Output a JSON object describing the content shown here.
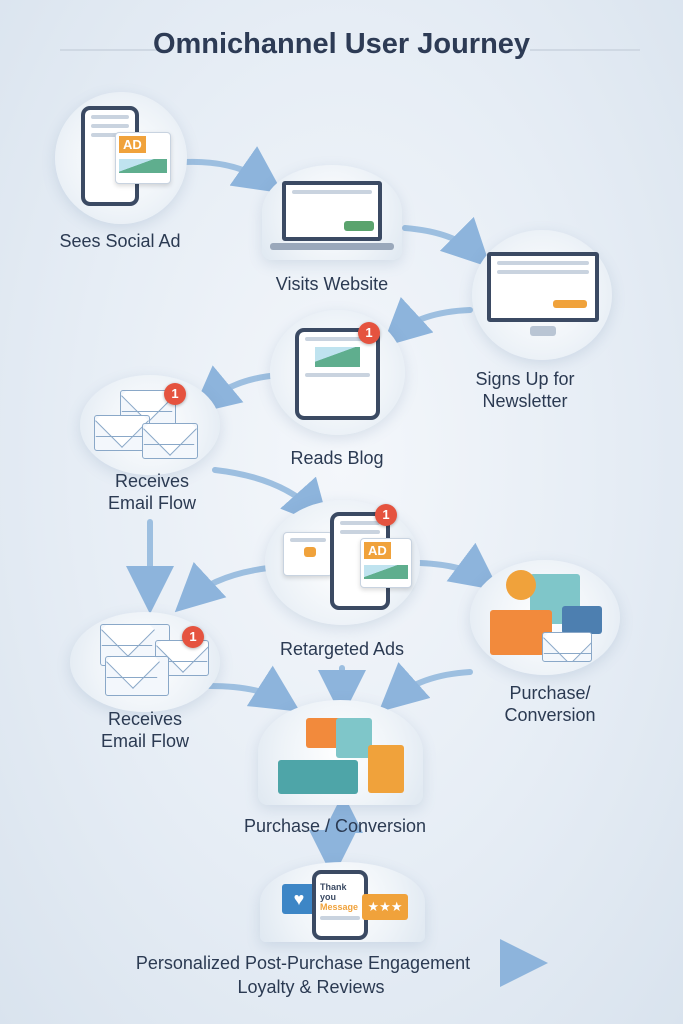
{
  "title": "Omnichannel User Journey",
  "steps": [
    {
      "label": "Sees Social Ad"
    },
    {
      "label": "Visits Website"
    },
    {
      "label_line1": "Signs Up for",
      "label_line2": "Newsletter"
    },
    {
      "label": "Reads Blog"
    },
    {
      "label_line1": "Receives",
      "label_line2": "Email Flow"
    },
    {
      "label": "Retargeted Ads"
    },
    {
      "label_line1": "Purchase/",
      "label_line2": "Conversion"
    },
    {
      "label_line1": "Receives",
      "label_line2": "Email Flow"
    },
    {
      "label": "Purchase / Conversion"
    },
    {
      "label_line1": "Personalized Post-Purchase Engagement",
      "label_line2": "Loyalty & Reviews"
    }
  ],
  "icons": {
    "ad_text": "AD",
    "badge_count": "1",
    "thank_you": "Thank you",
    "message": "Message",
    "stars": "★★★"
  },
  "colors": {
    "arrow": "#8db4dc",
    "accent": "#f0a23b",
    "badge": "#e5533f",
    "text": "#2b3a52"
  }
}
